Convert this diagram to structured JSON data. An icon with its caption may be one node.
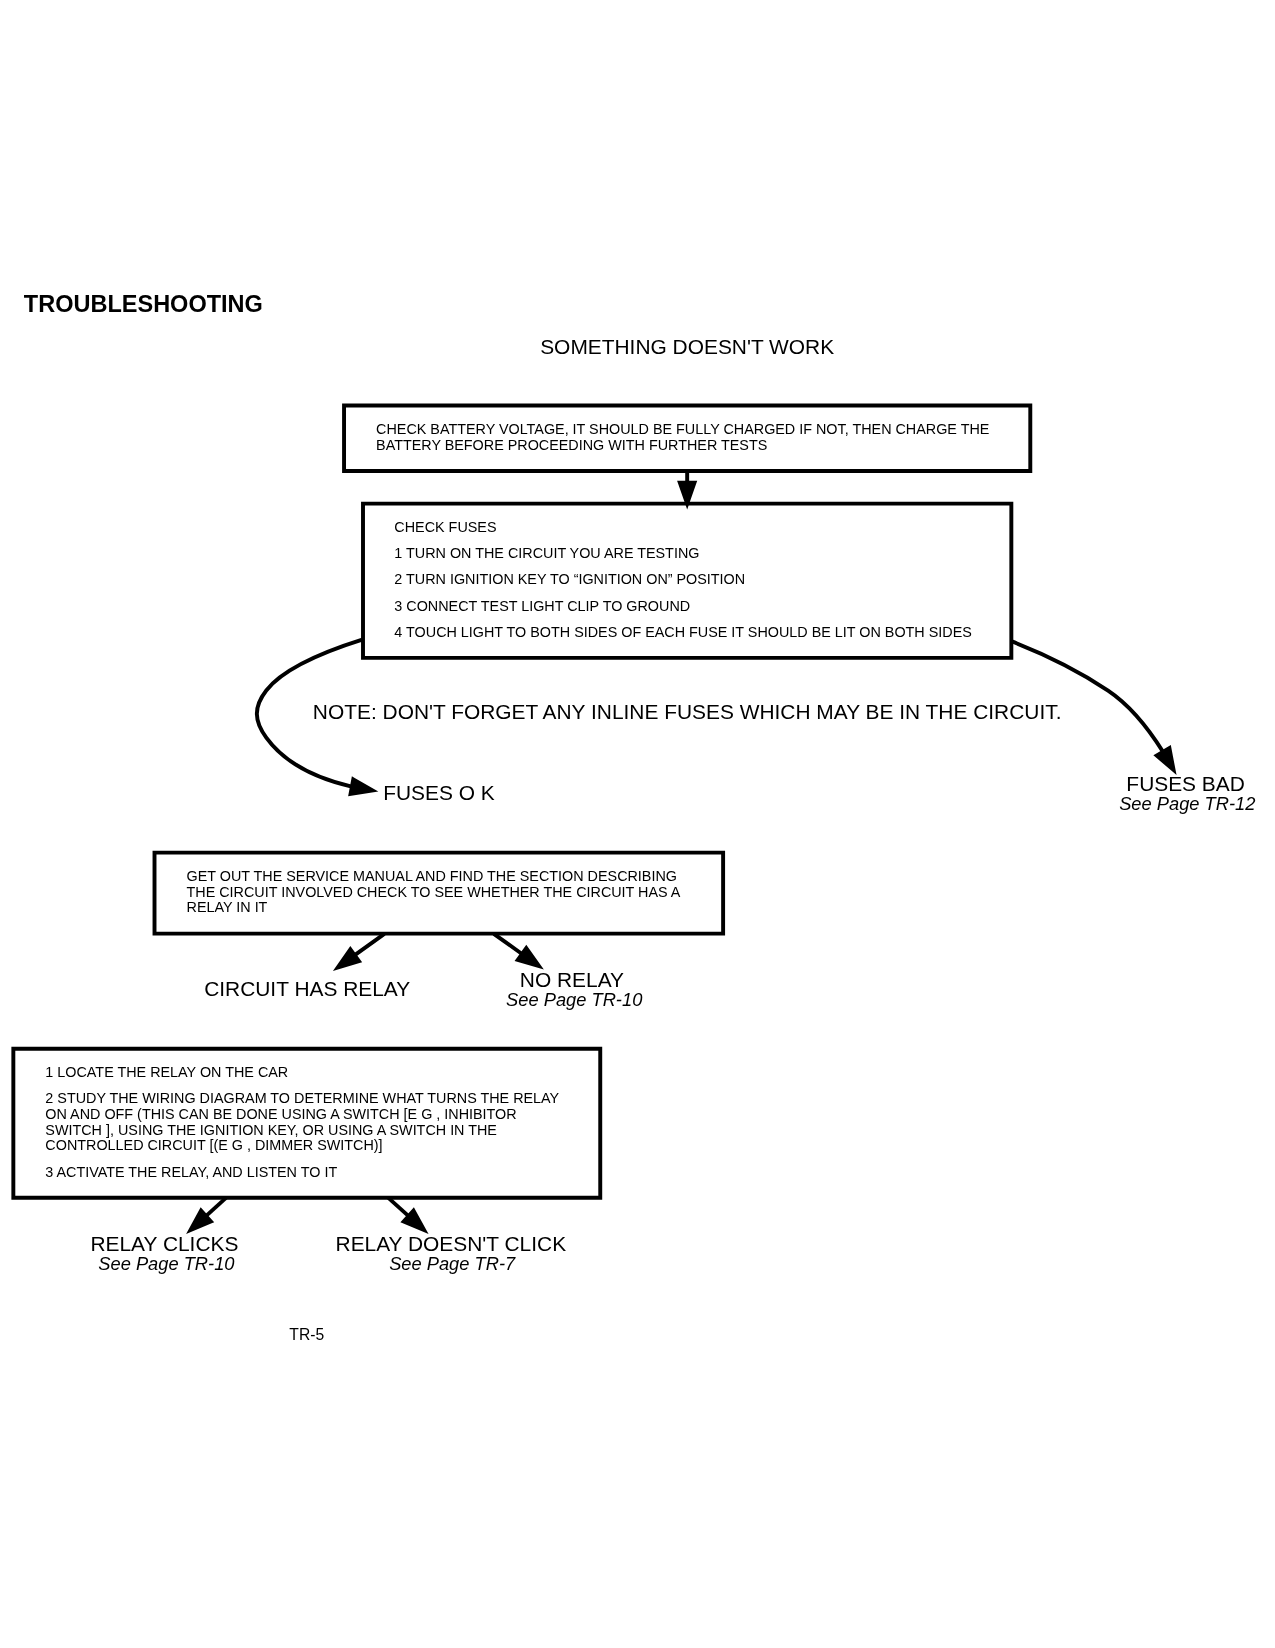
{
  "diagram": {
    "title": "TROUBLESHOOTING",
    "nodes": [
      {
        "text": [
          "CHECK BATTERY VOLTAGE, IT SHOULD BE FULLY CHARGED IF NOT, THEN CHARGE THE BATTERY BEFORE PROCEEDING WITH FURTHER TESTS"
        ]
      },
      {
        "text": [
          "CHECK FUSES",
          "1 TURN ON THE CIRCUIT YOU ARE TESTING",
          "2 TURN IGNITION KEY TO “IGNITION ON” POSITION",
          "3 CONNECT TEST LIGHT CLIP TO GROUND",
          "4 TOUCH LIGHT TO BOTH SIDES OF EACH FUSE IT SHOULD BE LIT ON BOTH SIDES"
        ]
      },
      {
        "text": [
          "FUSES O K"
        ]
      },
      {
        "text": [
          "FUSES BAD"
        ],
        "beside": [
          "See Page TR-12"
        ]
      },
      {
        "text": [
          "GET OUT THE SERVICE MANUAL AND FIND THE SECTION DESCRIBING THE CIRCUIT INVOLVED CHECK TO SEE WHETHER THE CIRCUIT HAS A RELAY IN IT"
        ]
      },
      {
        "text": [
          "CIRCUIT HAS RELAY"
        ]
      },
      {
        "text": [
          "NO RELAY"
        ],
        "beside": [
          "See Page TR-10"
        ]
      },
      {
        "text": [
          "1 LOCATE THE RELAY ON THE CAR",
          "2 STUDY THE WIRING DIAGRAM TO DETERMINE WHAT TURNS THE RELAY ON AND OFF (THIS CAN BE DONE USING A SWITCH [E G , INHIBITOR SWITCH ], USING THE IGNITION KEY, OR USING A SWITCH IN THE CONTROLLED CIRCUIT [(E G , DIMMER SWITCH)]",
          "3 ACTIVATE THE RELAY, AND LISTEN TO IT"
        ]
      },
      {
        "text": [
          "RELAY CLICKS"
        ],
        "beside": [
          "See Page TR-10"
        ]
      },
      {
        "text": [
          "RELAY DOESN'T CLICK"
        ],
        "beside": [
          "See Page TR-7"
        ]
      }
    ],
    "edges": [
      {
        "from": 0,
        "to": 1,
        "arrow": "to"
      },
      {
        "from": 1,
        "to": 2,
        "arrow": "to"
      },
      {
        "from": 1,
        "to": 3,
        "arrow": "to"
      },
      {
        "from": 4,
        "to": 5,
        "arrow": "to"
      },
      {
        "from": 4,
        "to": 6,
        "arrow": "to"
      },
      {
        "from": 7,
        "to": 8,
        "arrow": "to"
      },
      {
        "from": 7,
        "to": 9,
        "arrow": "to"
      }
    ],
    "labels": [
      "SOMETHING DOESN'T WORK",
      "NOTE: DON'T FORGET ANY INLINE FUSES WHICH MAY BE IN THE CIRCUIT.",
      "TR-5"
    ]
  }
}
